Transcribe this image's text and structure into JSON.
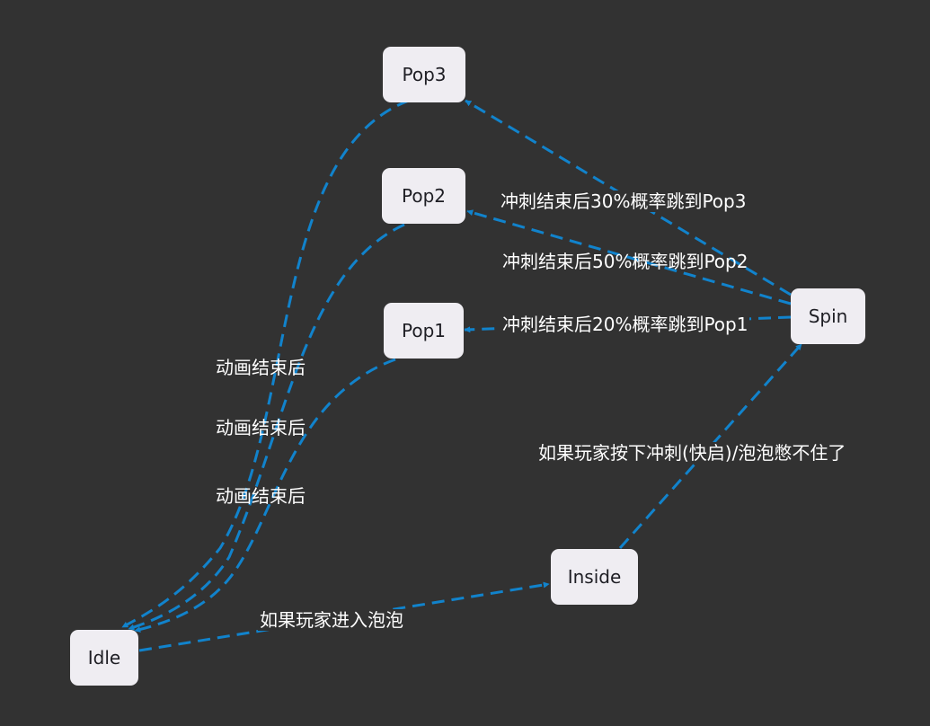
{
  "diagram": {
    "type": "state-machine",
    "edge_color": "#1183cc",
    "node_color": "#efedf2",
    "background": "#323232",
    "nodes": {
      "pop3": "Pop3",
      "pop2": "Pop2",
      "pop1": "Pop1",
      "spin": "Spin",
      "inside": "Inside",
      "idle": "Idle"
    },
    "edges": [
      {
        "from": "Spin",
        "to": "Pop3",
        "label": "冲刺结束后30%概率跳到Pop3"
      },
      {
        "from": "Spin",
        "to": "Pop2",
        "label": "冲刺结束后50%概率跳到Pop2"
      },
      {
        "from": "Spin",
        "to": "Pop1",
        "label": "冲刺结束后20%概率跳到Pop1"
      },
      {
        "from": "Pop3",
        "to": "Idle",
        "label": "动画结束后"
      },
      {
        "from": "Pop2",
        "to": "Idle",
        "label": "动画结束后"
      },
      {
        "from": "Pop1",
        "to": "Idle",
        "label": "动画结束后"
      },
      {
        "from": "Idle",
        "to": "Inside",
        "label": "如果玩家进入泡泡"
      },
      {
        "from": "Inside",
        "to": "Spin",
        "label": "如果玩家按下冲刺(快启)/泡泡憋不住了"
      }
    ]
  }
}
